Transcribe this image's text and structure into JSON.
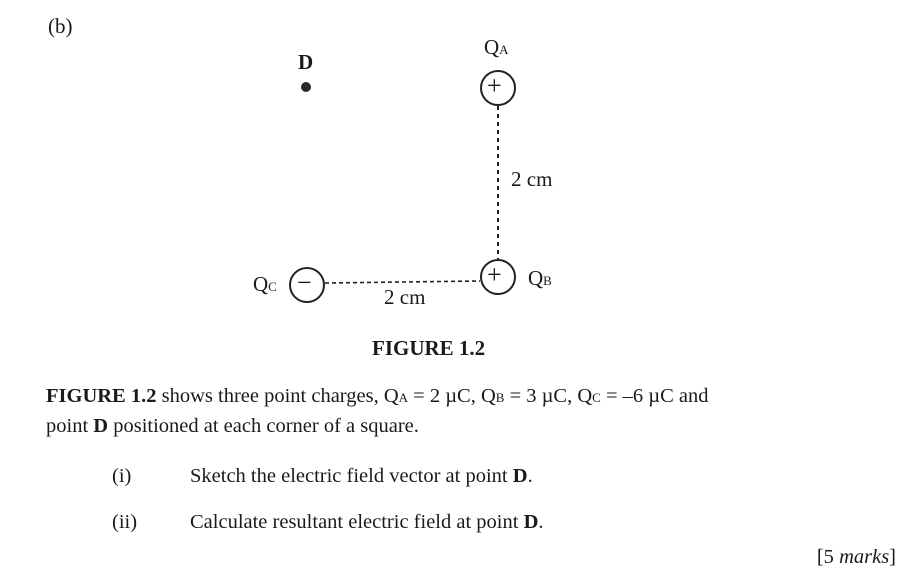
{
  "part_label": "(b)",
  "figure": {
    "caption": "FIGURE 1.2",
    "point_d": {
      "label": "D"
    },
    "charges": [
      {
        "name": "Q",
        "subscript": "A",
        "sign": "+"
      },
      {
        "name": "Q",
        "subscript": "B",
        "sign": "+"
      },
      {
        "name": "Q",
        "subscript": "C",
        "sign": "−"
      }
    ],
    "dist_vertical": "2 cm",
    "dist_horizontal": "2 cm"
  },
  "paragraph": {
    "fig_ref": "FIGURE 1.2",
    "text1": " shows three point charges, Q",
    "a_sub": "A",
    "text2": " = 2 µC, Q",
    "b_sub": "B",
    "text3": " = 3 µC, Q",
    "c_sub": "C",
    "text4": " = –6 µC and",
    "line2_pre": "point ",
    "line2_bold": "D",
    "line2_post": " positioned at each corner of a square."
  },
  "questions": [
    {
      "num": "(i)",
      "text": "Sketch the electric field vector at point ",
      "bold": "D",
      "end": "."
    },
    {
      "num": "(ii)",
      "text": "Calculate resultant electric field at point ",
      "bold": "D",
      "end": "."
    }
  ],
  "marks": {
    "num": "[5 ",
    "word": "marks",
    "close": "]"
  }
}
